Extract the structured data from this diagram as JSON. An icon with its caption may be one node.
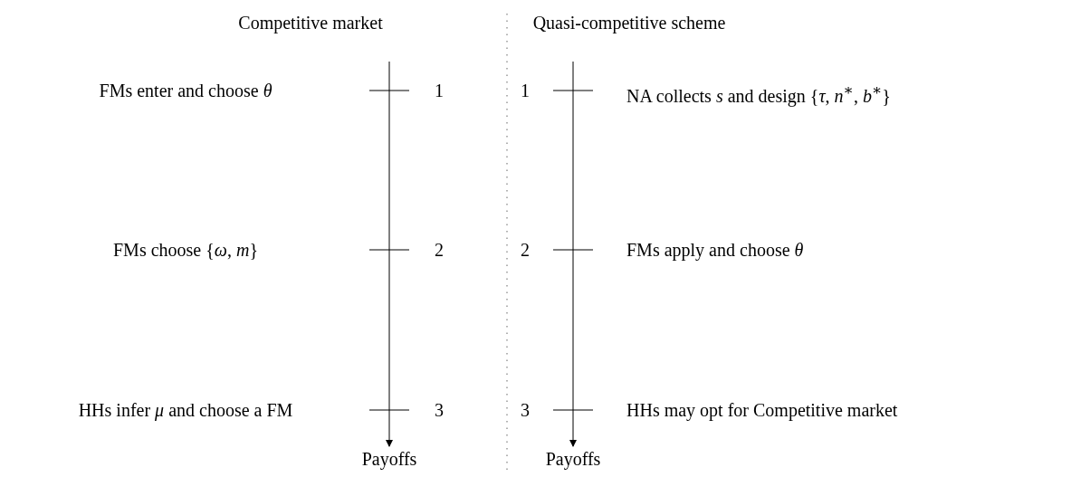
{
  "diagram": {
    "nodes": [
      {
        "text": [
          "Payoffs"
        ]
      },
      {
        "text": [
          "Payoffs"
        ]
      }
    ],
    "edges": [
      {
        "from": null,
        "to": 0,
        "arrow": "to"
      },
      {
        "from": null,
        "to": 1,
        "arrow": "to"
      }
    ],
    "labels": [
      "Competitive market",
      "Quasi-competitive scheme",
      "FMs enter and choose *θ*",
      "1",
      "1",
      "NA collects *s* and design {*τ*, *n*$^{∗}$, *b*$^{∗}$}",
      "FMs choose {*ω*, *m*}",
      "2",
      "2",
      "FMs apply and choose *θ*",
      "HHs infer *μ* and choose a FM",
      "3",
      "3",
      "HHs may opt for Competitive market"
    ]
  }
}
